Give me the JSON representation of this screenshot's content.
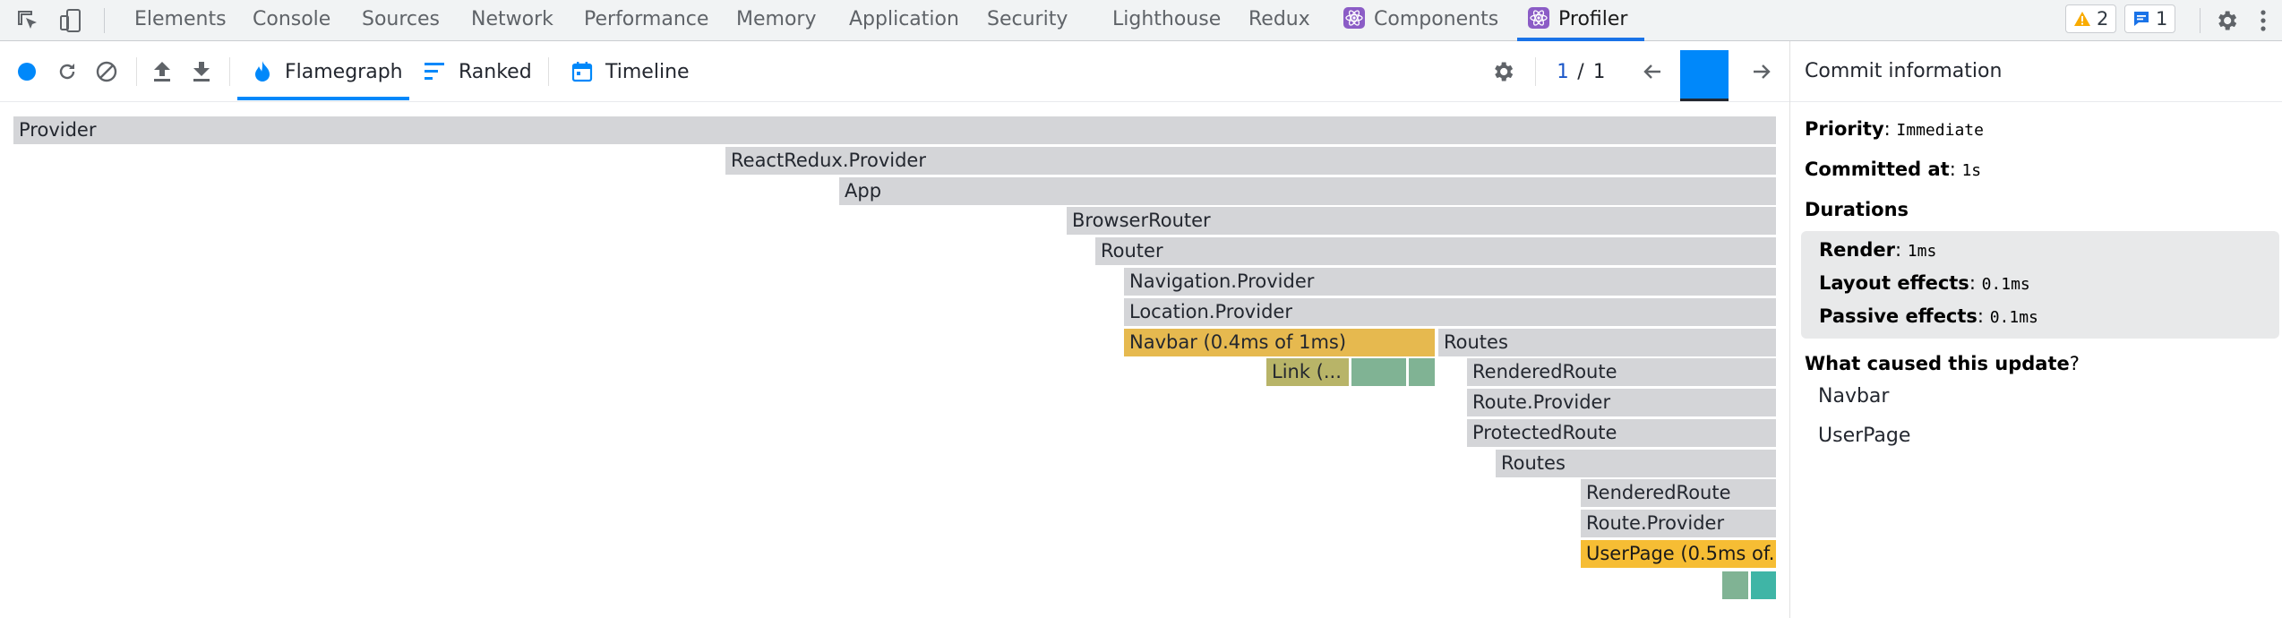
{
  "devtools_tabs": [
    {
      "label": "Elements"
    },
    {
      "label": "Console"
    },
    {
      "label": "Sources"
    },
    {
      "label": "Network"
    },
    {
      "label": "Performance"
    },
    {
      "label": "Memory"
    },
    {
      "label": "Application"
    },
    {
      "label": "Security"
    },
    {
      "label": "Lighthouse"
    },
    {
      "label": "Redux"
    },
    {
      "label": "Components"
    },
    {
      "label": "Profiler"
    }
  ],
  "active_tab": "Profiler",
  "badges": {
    "warnings": "2",
    "messages": "1"
  },
  "profiler_tabs": [
    {
      "label": "Flamegraph"
    },
    {
      "label": "Ranked"
    },
    {
      "label": "Timeline"
    }
  ],
  "active_profiler_tab": "Flamegraph",
  "commit_nav": {
    "current": "1",
    "separator": "/",
    "total": "1"
  },
  "commit_info": {
    "title": "Commit information",
    "priority_label": "Priority",
    "priority_value": "Immediate",
    "committed_label": "Committed at",
    "committed_value": "1s",
    "durations_label": "Durations",
    "render_label": "Render",
    "render_value": "1ms",
    "layout_label": "Layout effects",
    "layout_value": "0.1ms",
    "passive_label": "Passive effects",
    "passive_value": "0.1ms",
    "cause_label": "What caused this update",
    "causes": [
      "Navbar",
      "UserPage"
    ]
  },
  "flamegraph": [
    {
      "label": "Provider",
      "kind": "gray"
    },
    {
      "label": "ReactRedux.Provider",
      "kind": "gray"
    },
    {
      "label": "App",
      "kind": "gray"
    },
    {
      "label": "BrowserRouter",
      "kind": "gray"
    },
    {
      "label": "Router",
      "kind": "gray"
    },
    {
      "label": "Navigation.Provider",
      "kind": "gray"
    },
    {
      "label": "Location.Provider",
      "kind": "gray"
    },
    {
      "label": "Navbar (0.4ms of 1ms)",
      "kind": "gold"
    },
    {
      "label": "Routes",
      "kind": "gray"
    },
    {
      "label": "Link (...",
      "kind": "olive"
    },
    {
      "label": "",
      "kind": "green"
    },
    {
      "label": "",
      "kind": "green"
    },
    {
      "label": "RenderedRoute",
      "kind": "gray"
    },
    {
      "label": "Route.Provider",
      "kind": "gray"
    },
    {
      "label": "ProtectedRoute",
      "kind": "gray"
    },
    {
      "label": "Routes",
      "kind": "gray"
    },
    {
      "label": "RenderedRoute",
      "kind": "gray"
    },
    {
      "label": "Route.Provider",
      "kind": "gray"
    },
    {
      "label": "UserPage (0.5ms of...",
      "kind": "yellow"
    },
    {
      "label": "",
      "kind": "green"
    },
    {
      "label": "",
      "kind": "teal"
    }
  ],
  "colors": {
    "accent": "#1a73e8",
    "profiler_blue": "#0088fa",
    "flame_gray": "#d4d5d8",
    "flame_gold": "#e6b94f",
    "flame_yellow": "#f6bd34",
    "flame_green": "#80b394",
    "flame_teal": "#3fb5a6"
  }
}
